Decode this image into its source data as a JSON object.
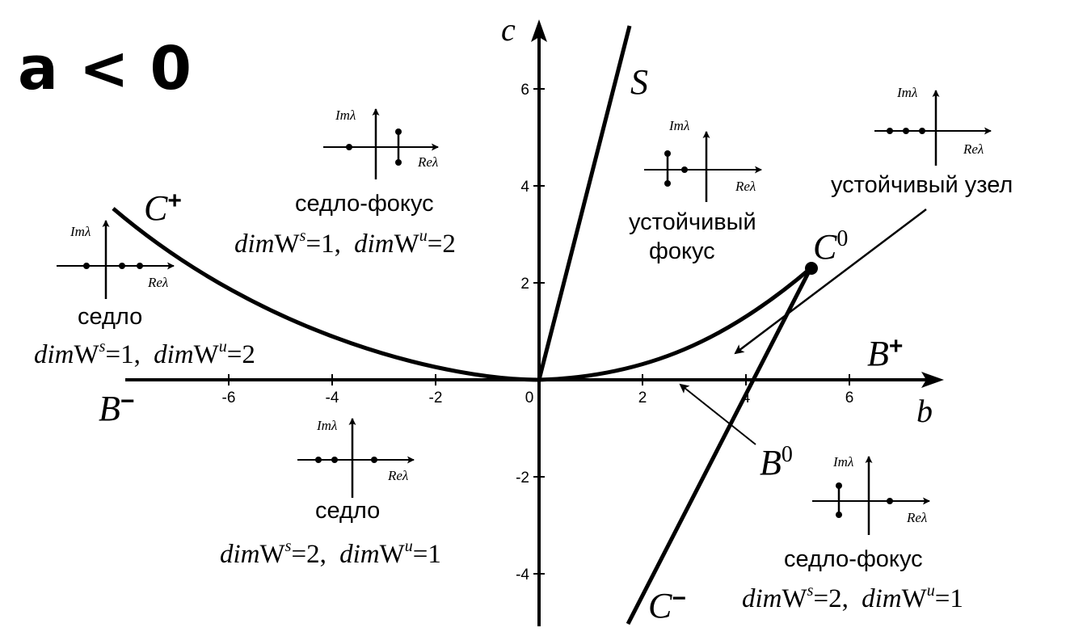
{
  "title": "a < 0",
  "axes": {
    "b_name": "b",
    "c_name": "c",
    "b_ticks": [
      "-6",
      "-4",
      "-2",
      "0",
      "2",
      "4",
      "6"
    ],
    "c_ticks": [
      "6",
      "4",
      "2",
      "-2",
      "-4"
    ]
  },
  "curves": {
    "c_plus": {
      "letter": "C",
      "sign": "+"
    },
    "c_minus": {
      "letter": "C",
      "sign": "−"
    },
    "b_plus": {
      "letter": "B",
      "sign": "+"
    },
    "b_minus": {
      "letter": "B",
      "sign": "−"
    },
    "s": {
      "letter": "S"
    },
    "c0": {
      "letter": "C",
      "sup": "0"
    },
    "b0": {
      "letter": "B",
      "sup": "0"
    }
  },
  "dimw": {
    "dim": "dim",
    "w": "W",
    "s": "s",
    "u": "u"
  },
  "inset_labels": {
    "im": "Imλ",
    "re": "Reλ"
  },
  "regions": [
    {
      "id": "saddle-focus-top",
      "name": "седло-фокус",
      "ws_value": "=1,",
      "wu_value": "=2"
    },
    {
      "id": "saddle-left",
      "name": "седло",
      "ws_value": "=1,",
      "wu_value": "=2"
    },
    {
      "id": "stable-focus",
      "name_line1": "устойчивый",
      "name_line2": "фокус"
    },
    {
      "id": "stable-node",
      "name": "устойчивый узел"
    },
    {
      "id": "saddle-bottom",
      "name": "седло",
      "ws_value": "=2,",
      "wu_value": "=1"
    },
    {
      "id": "saddle-focus-bottom",
      "name": "седло-фокус",
      "ws_value": "=2,",
      "wu_value": "=1"
    }
  ]
}
